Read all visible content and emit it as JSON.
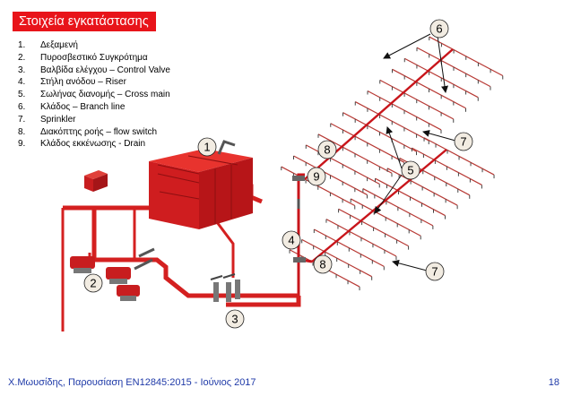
{
  "slide": {
    "title": "Στοιχεία εγκατάστασης",
    "legend": [
      {
        "num": "1.",
        "label": "Δεξαμενή"
      },
      {
        "num": "2.",
        "label": "Πυροσβεστικό Συγκρότημα"
      },
      {
        "num": "3.",
        "label": "Βαλβίδα ελέγχου – Control Valve"
      },
      {
        "num": "4.",
        "label": "Στήλη ανόδου – Riser"
      },
      {
        "num": "5.",
        "label": "Σωλήνας διανομής – Cross main"
      },
      {
        "num": "6.",
        "label": "Κλάδος – Branch line"
      },
      {
        "num": "7.",
        "label": "Sprinkler"
      },
      {
        "num": "8.",
        "label": "Διακόπτης ροής – flow switch"
      },
      {
        "num": "9.",
        "label": "Κλάδος εκκένωσης - Drain"
      }
    ],
    "callouts": {
      "tank": "1",
      "pump": "2",
      "valve": "3",
      "riser": "4",
      "main": "5",
      "branch": "6",
      "sprinkler_top": "7",
      "sprinkler_bottom": "7",
      "flow_switch_top": "8",
      "flow_switch_bottom": "8",
      "drain": "9"
    },
    "footer": {
      "author": "Χ.Μωυσίδης, Παρουσίαση EN12845:2015 - Ιούνιος 2017",
      "page_number": "18"
    },
    "colors": {
      "title_bg": "#e8141a",
      "pipe": "#d42020",
      "badge_fill": "#f2ece2",
      "footer_text": "#1f3aa8"
    }
  }
}
